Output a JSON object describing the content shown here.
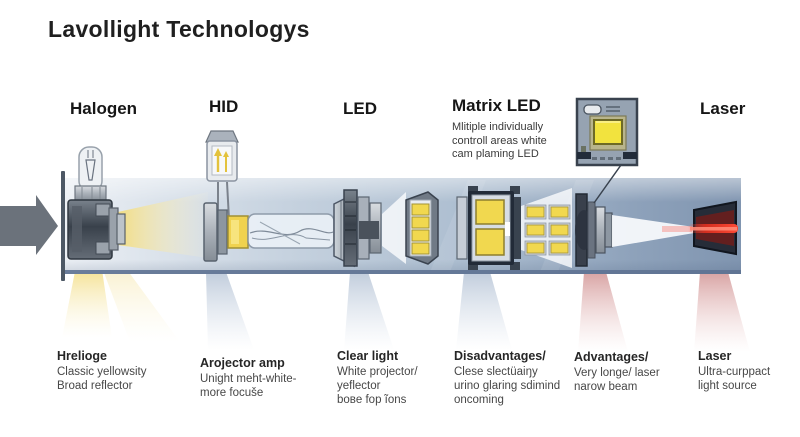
{
  "title": "Lavollight Technologys",
  "headers": {
    "halogen": "Halogen",
    "hid": "HID",
    "led": "LED",
    "matrix": "Matrix LED",
    "laser": "Laser"
  },
  "matrix_note": {
    "line1": "Mlitiple individually",
    "line2": "controll areas white",
    "line3": "cam plaming LED"
  },
  "footers": {
    "halogen": {
      "title": "Hrelioge",
      "line1": "Classic yellowsity",
      "line2": "Broad reflector"
    },
    "hid": {
      "title": "Arojector amp",
      "line1": "Unight meht-white-",
      "line2": "more focuše"
    },
    "led": {
      "title": "Clear light",
      "line1": "White  projector/",
      "line2": "yeflector",
      "line3": "boвe fop ĩons"
    },
    "matrix": {
      "title": "Disadvantages/",
      "line1": "Clese slectüaiŋy",
      "line2": "urino glaring sdimind",
      "line3": "oncoming"
    },
    "advantages": {
      "title": "Advantages/",
      "line1": "Very longe/ laser",
      "line2": "narow beam"
    },
    "laser": {
      "title": "Laser",
      "line1": "Ultra-curppact",
      "line2": "light source"
    }
  },
  "icons": {
    "flow_arrow": "right-arrow-icon",
    "inset": "matrix-led-module-photo"
  },
  "colors": {
    "band_left": "#eaeff4",
    "band_right": "#8095b0",
    "band_edge": "#5e7292",
    "led_yellow": "#f1d84f",
    "laser_red": "#e03020",
    "arrow_gray": "#6b727b",
    "beam_yellow": "#f0d660"
  }
}
